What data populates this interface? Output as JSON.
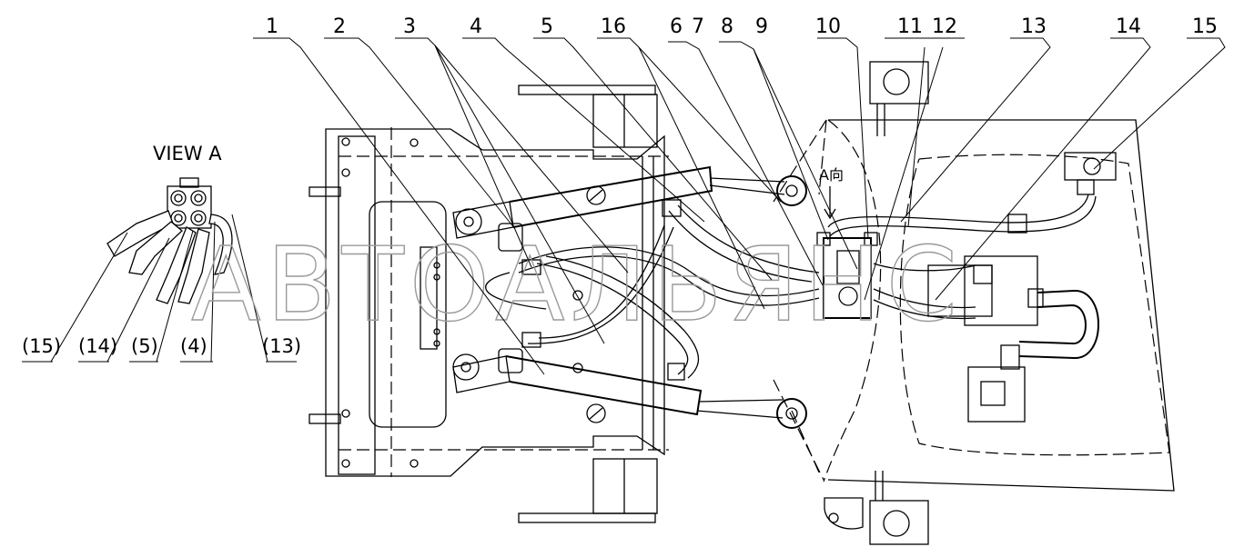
{
  "view_title": "VIEW A",
  "arrow_label": "A向",
  "watermark": "АВТОАЛЬЯНС",
  "callouts": [
    "1",
    "2",
    "3",
    "4",
    "5",
    "16",
    "6",
    "7",
    "8",
    "9",
    "10",
    "11",
    "12",
    "13",
    "14",
    "15"
  ],
  "view_a_callouts": [
    "(15)",
    "(14)",
    "(5)",
    "(4)",
    "(13)"
  ]
}
